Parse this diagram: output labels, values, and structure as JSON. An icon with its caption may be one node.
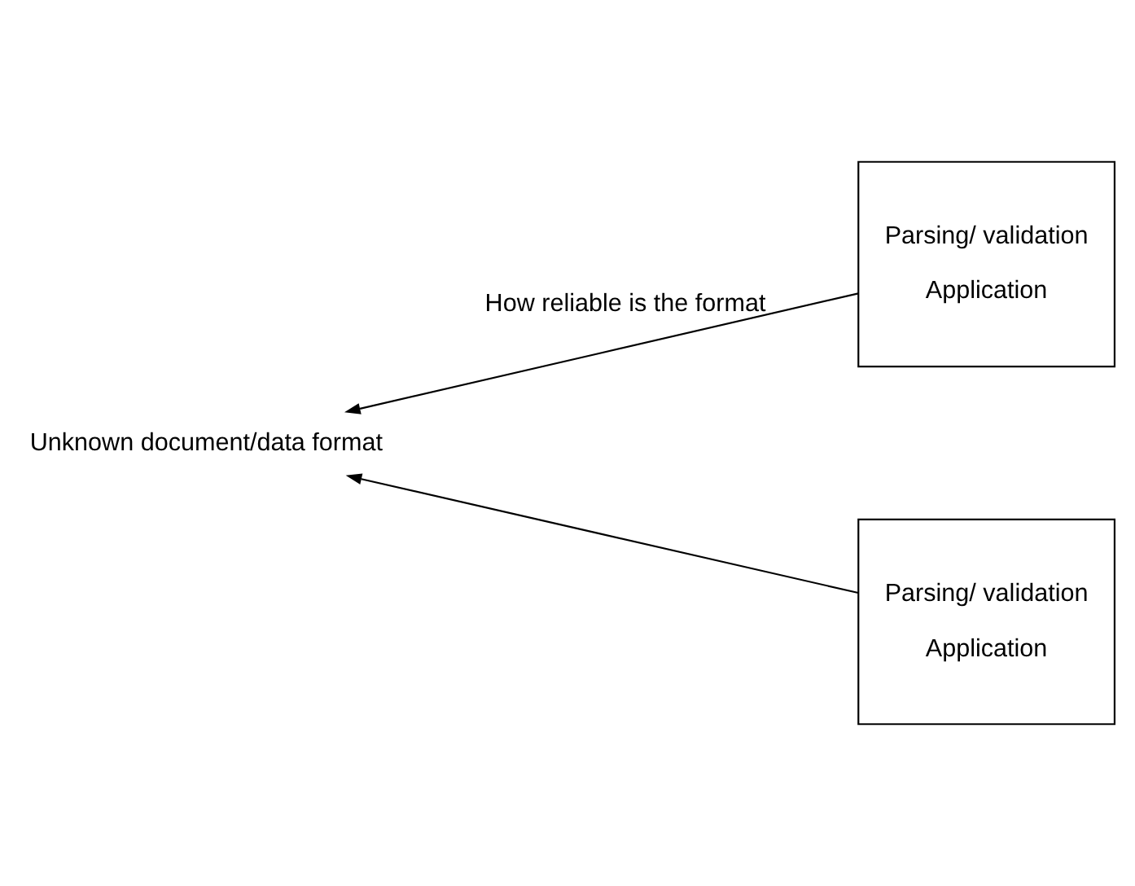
{
  "diagram": {
    "nodes": [
      {
        "text": [
          "Unknown document/data format"
        ]
      },
      {
        "text": [
          "Parsing/ validation",
          "Application"
        ]
      },
      {
        "text": [
          "Parsing/ validation",
          "Application"
        ]
      }
    ],
    "edges": [
      {
        "from": 1,
        "to": 0,
        "arrow": "to",
        "label": "How reliable is the format"
      },
      {
        "from": 2,
        "to": 0,
        "arrow": "to"
      }
    ]
  }
}
